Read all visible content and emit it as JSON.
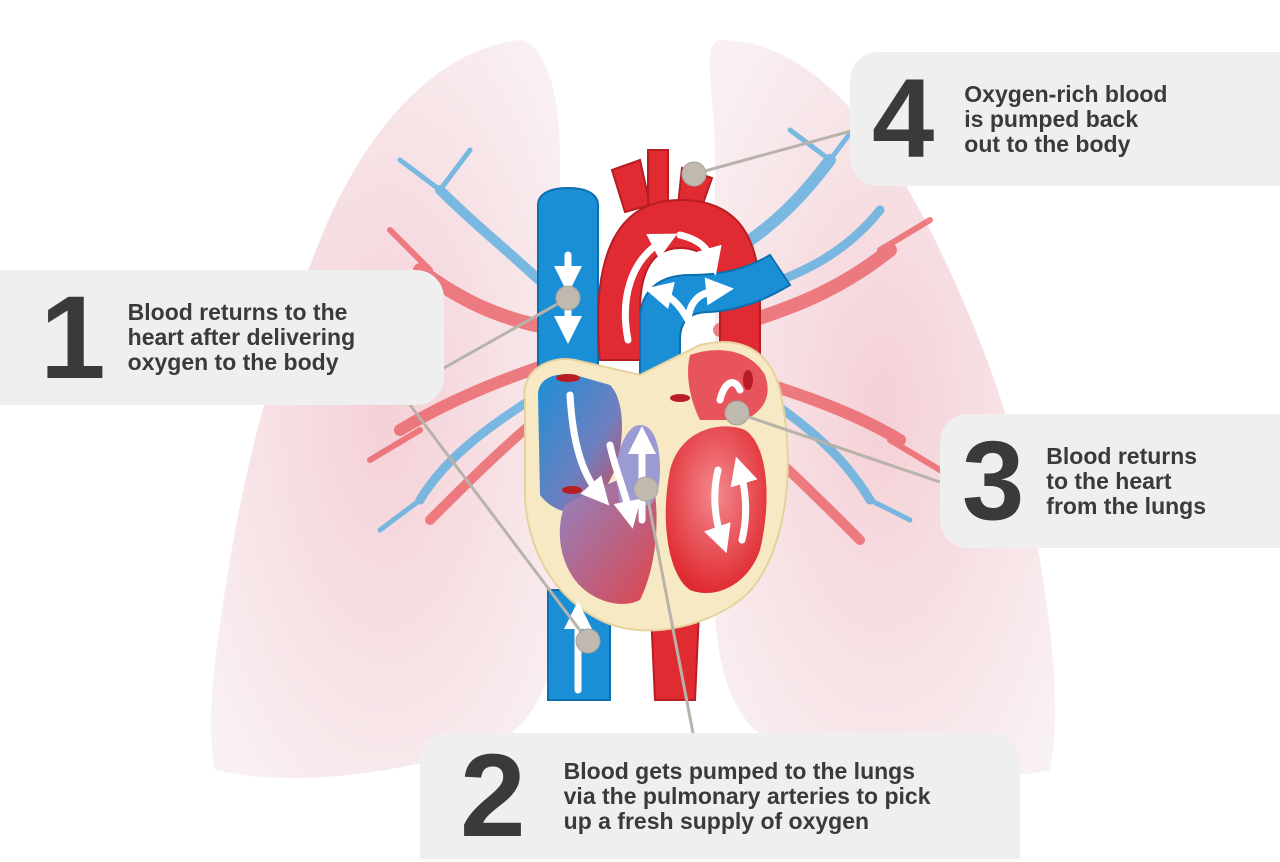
{
  "callouts": [
    {
      "number": "1",
      "text": [
        "Blood returns to the",
        "heart after delivering",
        "oxygen to the body"
      ]
    },
    {
      "number": "2",
      "text": [
        "Blood gets pumped to the lungs",
        "via the pulmonary arteries to pick",
        "up a fresh supply of oxygen"
      ]
    },
    {
      "number": "3",
      "text": [
        "Blood returns",
        "to the heart",
        "from the lungs"
      ]
    },
    {
      "number": "4",
      "text": [
        "Oxygen-rich blood",
        "is pumped back",
        "out to the body"
      ]
    }
  ],
  "colors": {
    "vein_blue": "#1b8fd6",
    "artery_red": "#e02b32",
    "heart_wall": "#f6e9c4",
    "lung_pink": "#f6dde1",
    "callout_bg": "#efefef",
    "text": "#3a3a3a",
    "leader_line": "#b8b3aa",
    "marker": "#bfb9b0"
  }
}
